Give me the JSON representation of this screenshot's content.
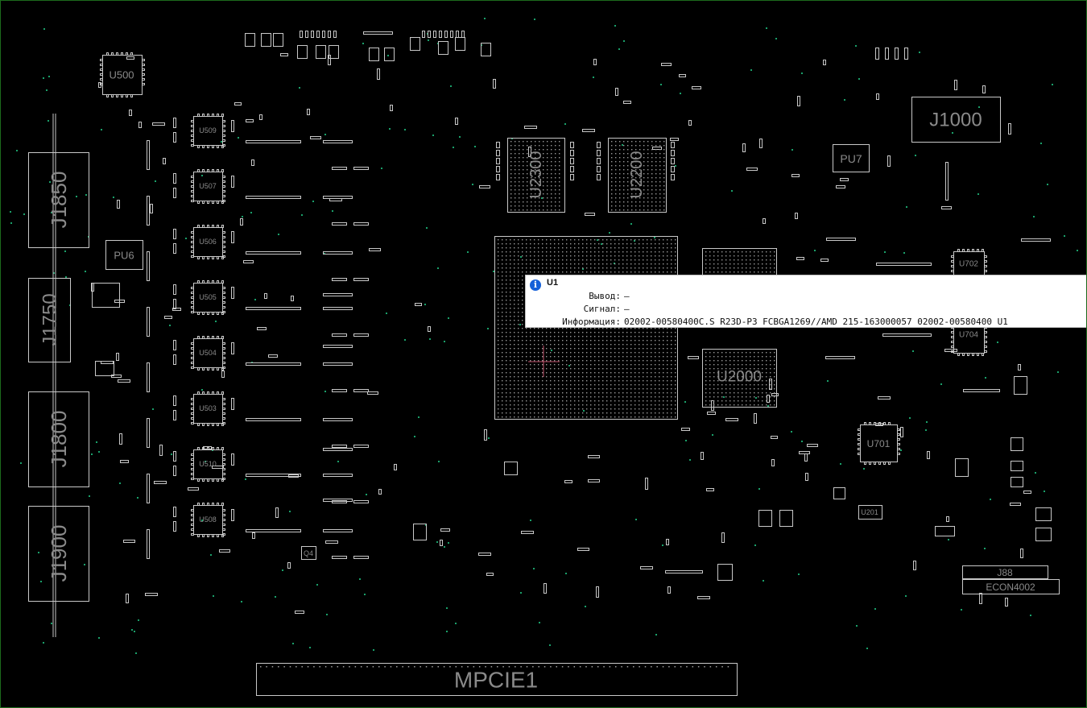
{
  "board": {
    "components": [
      {
        "ref": "U500",
        "font": 13
      },
      {
        "ref": "PU6",
        "font": 13
      },
      {
        "ref": "U509",
        "font": 9
      },
      {
        "ref": "U507",
        "font": 9
      },
      {
        "ref": "U506",
        "font": 9
      },
      {
        "ref": "U505",
        "font": 9
      },
      {
        "ref": "U504",
        "font": 9
      },
      {
        "ref": "U503",
        "font": 9
      },
      {
        "ref": "U510",
        "font": 9
      },
      {
        "ref": "U508",
        "font": 9
      },
      {
        "ref": "J1850",
        "font": 26
      },
      {
        "ref": "J1750",
        "font": 24
      },
      {
        "ref": "J1800",
        "font": 26
      },
      {
        "ref": "J1900",
        "font": 26
      },
      {
        "ref": "U2300",
        "font": 20
      },
      {
        "ref": "U2200",
        "font": 20
      },
      {
        "ref": "U2000",
        "font": 19
      },
      {
        "ref": "J1000",
        "font": 24
      },
      {
        "ref": "PU7",
        "font": 14
      },
      {
        "ref": "U702",
        "font": 10
      },
      {
        "ref": "U704",
        "font": 10
      },
      {
        "ref": "U701",
        "font": 12
      },
      {
        "ref": "U201",
        "font": 9
      },
      {
        "ref": "Q4",
        "font": 9
      },
      {
        "ref": "J88",
        "font": 12
      },
      {
        "ref": "ECON4002",
        "font": 12
      },
      {
        "ref": "MPCIE1",
        "font": 28
      }
    ]
  },
  "tooltip": {
    "icon": "info-icon",
    "icon_glyph": "i",
    "title": "U1",
    "rows": [
      {
        "key": "Вывод:",
        "value": "—"
      },
      {
        "key": "Сигнал:",
        "value": "—"
      },
      {
        "key": "Информация:",
        "value": "02002-00580400C.S R23D-P3 FCBGA1269//AMD 215-163000057 02002-00580400 U1"
      }
    ]
  },
  "colors": {
    "background": "#000000",
    "outline": "#c8c8c8",
    "label": "#8a8a8a",
    "via": "#1aa06a",
    "frame": "#1c6b1c",
    "cursor": "#c0506a",
    "tooltip_icon": "#1560d8"
  }
}
